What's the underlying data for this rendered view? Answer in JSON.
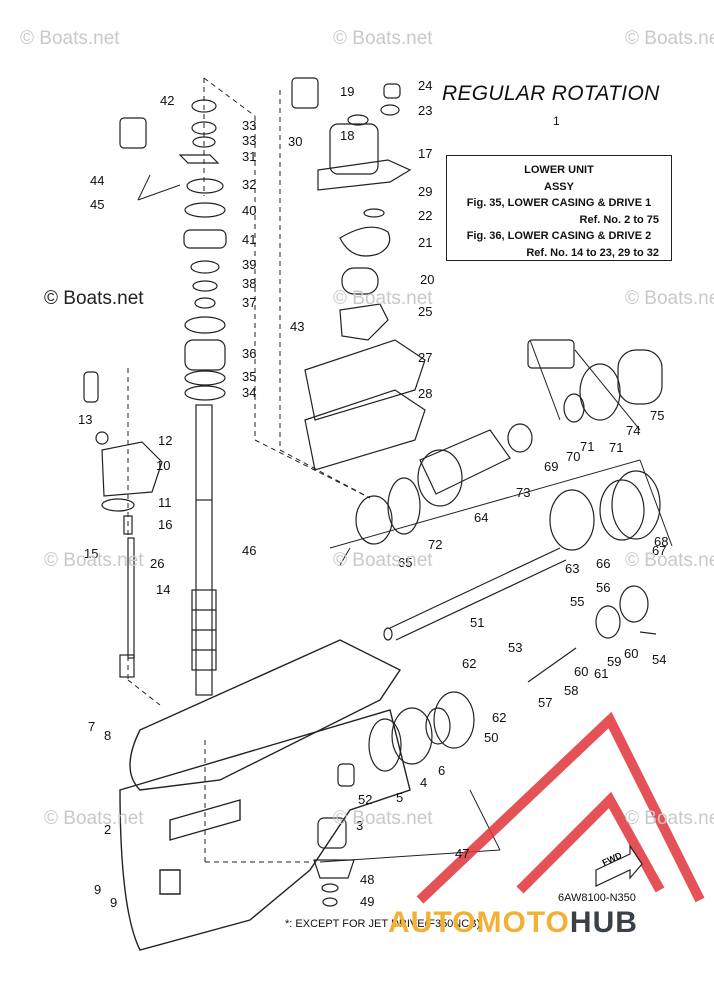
{
  "watermarks": [
    "© Boats.net",
    "© Boats.net",
    "© Boats.net",
    "© Boats.net",
    "© Boats.net",
    "© Boats.net",
    "© Boats.net",
    "© Boats.net",
    "© Boats.net",
    "© Boats.net",
    "© Boats.net",
    "© Boats.net"
  ],
  "watermark_dark": "© Boats.net",
  "title": "REGULAR ROTATION",
  "assy": {
    "ref": "1",
    "line1": "LOWER UNIT",
    "line2": "ASSY",
    "line3": "Fig. 35, LOWER CASING & DRIVE 1",
    "line4": "Ref. No. 2 to 75",
    "line5": "Fig. 36, LOWER CASING & DRIVE 2",
    "line6": "Ref. No. 14 to 23, 29 to 32"
  },
  "diagram_code": "6AW8100-N350",
  "footnote": "*: EXCEPT FOR JET DRIVE(F350NCB)",
  "logo": {
    "part1": "AUTOMOTO",
    "part2": "HUB",
    "color1": "#f2b134",
    "color2": "#3a4048"
  },
  "fwd_label": "FWD",
  "accent_red": "#e0333a",
  "callouts": [
    "2",
    "3",
    "4",
    "5",
    "6",
    "7",
    "8",
    "9",
    "9",
    "10",
    "11",
    "12",
    "13",
    "14",
    "15",
    "16",
    "17",
    "18",
    "19",
    "20",
    "21",
    "22",
    "23",
    "24",
    "25",
    "26",
    "27",
    "28",
    "29",
    "30",
    "31",
    "32",
    "33",
    "33",
    "34",
    "35",
    "36",
    "37",
    "38",
    "39",
    "40",
    "41",
    "42",
    "43",
    "44",
    "45",
    "46",
    "47",
    "48",
    "49",
    "50",
    "51",
    "52",
    "53",
    "54",
    "55",
    "56",
    "57",
    "58",
    "59",
    "60",
    "60",
    "61",
    "62",
    "62",
    "63",
    "64",
    "65",
    "66",
    "67",
    "68",
    "69",
    "70",
    "71",
    "71",
    "72",
    "73",
    "74",
    "75"
  ]
}
